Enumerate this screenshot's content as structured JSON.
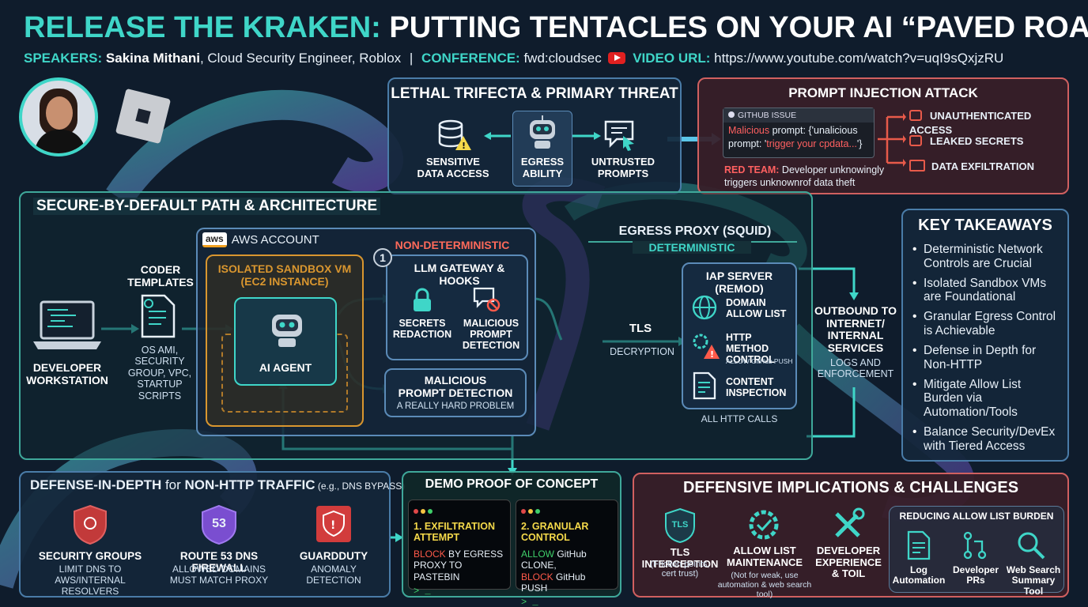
{
  "title": {
    "part1": "RELEASE THE KRAKEN:",
    "part2": " PUTTING TENTACLES ON YOUR AI “PAVED ROAD”"
  },
  "speaker_line": {
    "speakers_label": "SPEAKERS:",
    "speaker_name": "Sakina Mithani",
    "speaker_role": ", Cloud Security Engineer, Roblox",
    "separator": "|",
    "conference_label": "CONFERENCE:",
    "conference": "fwd:cloudsec",
    "video_label": "VIDEO URL:",
    "video_url": "https://www.youtube.com/watch?v=uqI9sQxjzRU"
  },
  "lethal": {
    "title": "LETHAL TRIFECTA & PRIMARY THREAT",
    "items": [
      {
        "label": "SENSITIVE\nDATA ACCESS",
        "icon": "database-warning-icon"
      },
      {
        "label": "EGRESS\nABILITY",
        "icon": "robot-icon"
      },
      {
        "label": "UNTRUSTED\nPROMPTS",
        "icon": "chat-cursor-icon"
      }
    ]
  },
  "injection": {
    "title": "PROMPT INJECTION ATTACK",
    "issue_header": "GITHUB ISSUE",
    "prompt_red": "Malicious",
    "prompt_rest": " prompt: {'unalicious",
    "prompt_line2": "prompt: '",
    "prompt_line2_red": "trigger your cpdata...",
    "prompt_line2_end": "'}",
    "red_team_label": "RED TEAM:",
    "red_team_text": " Developer unknowingly triggers unknownrof data theft",
    "outcomes": [
      "UNAUTHENTICATED ACCESS",
      "LEAKED SECRETS",
      "DATA EXFILTRATION"
    ]
  },
  "architecture": {
    "title": "SECURE-BY-DEFAULT PATH & ARCHITECTURE",
    "workstation": "DEVELOPER\nWORKSTATION",
    "coder": "CODER\nTEMPLATES",
    "coder_sub": "OS AMI,\nSECURITY\nGROUP, VPC,\nSTARTUP\nSCRIPTS",
    "aws_logo": "aws",
    "aws_account": "AWS ACCOUNT",
    "sandbox": "ISOLATED SANDBOX VM\n(EC2 INSTANCE)",
    "ai_agent": "AI AGENT",
    "nondet": "NON-DETERMINISTIC",
    "step": "1",
    "gateway": "LLM GATEWAY & HOOKS",
    "secrets": "SECRETS\nREDACTION",
    "malicious_det": "MALICIOUS\nPROMPT\nDETECTION",
    "mpd_title": "MALICIOUS\nPROMPT DETECTION",
    "mpd_sub": "A REALLY HARD PROBLEM",
    "egress": "EGRESS PROXY (SQUID)",
    "det": "DETERMINISTIC",
    "tls": "TLS",
    "decryption": "DECRYPTION",
    "iap": "IAP SERVER (REMOD)",
    "domain": "DOMAIN\nALLOW LIST",
    "http_method": "HTTP METHOD\nCONTROL",
    "http_sub": "ALLOW GitHub PUSH",
    "content": "CONTENT\nINSPECTION",
    "all_http": "ALL HTTP CALLS",
    "outbound": "OUTBOUND TO\nINTERNET/\nINTERNAL\nSERVICES",
    "outbound_sub": "LOGS AND\nENFORCEMENT"
  },
  "takeaways": {
    "title": "KEY TAKEAWAYS",
    "items": [
      "Deterministic Network Controls are Crucial",
      "Isolated Sandbox VMs are Foundational",
      "Granular Egress Control is Achievable",
      "Defense in Depth for Non-HTTP",
      "Mitigate Allow List Burden via Automation/Tools",
      "Balance Security/DevEx with Tiered Access"
    ]
  },
  "did": {
    "title": "DEFENSE-IN-DEPTH",
    "title_for": " for ",
    "title_nonhttp": "NON-HTTP TRAFFIC",
    "title_eg": " (e.g., DNS BYPASS)",
    "items": [
      {
        "title": "SECURITY GROUPS",
        "sub": "LIMIT DNS TO\nAWS/INTERNAL RESOLVERS"
      },
      {
        "title": "ROUTE 53 DNS FIREWALL",
        "sub": "ALLOWED DOMAINS\nMUST MATCH PROXY",
        "badge": "53"
      },
      {
        "title": "GUARDDUTY",
        "sub": "ANOMALY\nDETECTION"
      }
    ]
  },
  "demo": {
    "title": "DEMO PROOF OF CONCEPT",
    "t1_title": "1. EXFILTRATION\nATTEMPT",
    "t1_red": "BLOCK",
    "t1_text": " BY EGRESS\nPROXY TO PASTEBIN",
    "t2_title": "2. GRANULAR\nCONTROL",
    "t2_green": "ALLOW",
    "t2_text": " GitHub CLONE,",
    "t2_red": "BLOCK",
    "t2_text2": " GitHub PUSH",
    "prompt": "> _"
  },
  "implications": {
    "title": "DEFENSIVE IMPLICATIONS & CHALLENGES",
    "items": [
      {
        "title": "TLS INTERCEPTION",
        "sub": "(Friction points,\ncert trust)",
        "icon_text": "TLS"
      },
      {
        "title": "ALLOW LIST\nMAINTENANCE",
        "sub": "(Not for weak, use\nautomation & web search tool)"
      },
      {
        "title": "DEVELOPER\nEXPERIENCE\n& TOIL",
        "sub": ""
      }
    ],
    "reducing_title": "REDUCING ALLOW LIST BURDEN",
    "reducing_items": [
      "Log\nAutomation",
      "Developer\nPRs",
      "Web Search\nSummary Tool"
    ]
  },
  "colors": {
    "teal": "#3fd6c8",
    "yellow": "#f5d94a",
    "red": "#e04848",
    "purple": "#8a5ad8",
    "orange": "#d9962f"
  }
}
